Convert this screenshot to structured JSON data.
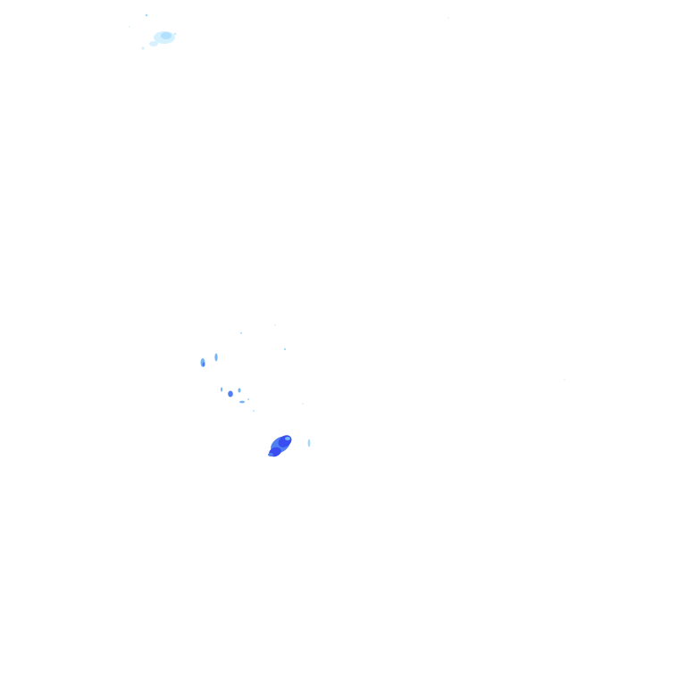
{
  "overlay": {
    "kind": "rain radar overlay",
    "background": "#ffffff",
    "intensity_colors": {
      "very_light": "#cfeefe",
      "light": "#a4d9fb",
      "moderate_light": "#73b5f5",
      "moderate": "#4f7ff0",
      "heavy": "#3a4df0"
    },
    "echoes": [
      {
        "name": "northwest-light-cluster",
        "intensity": "very_light"
      },
      {
        "name": "west-scattered-showers",
        "intensity": "moderate_light"
      },
      {
        "name": "central-small-showers",
        "intensity": "moderate"
      },
      {
        "name": "southern-heavy-cell",
        "intensity": "heavy"
      },
      {
        "name": "east-isolated-speck",
        "intensity": "light"
      }
    ]
  }
}
